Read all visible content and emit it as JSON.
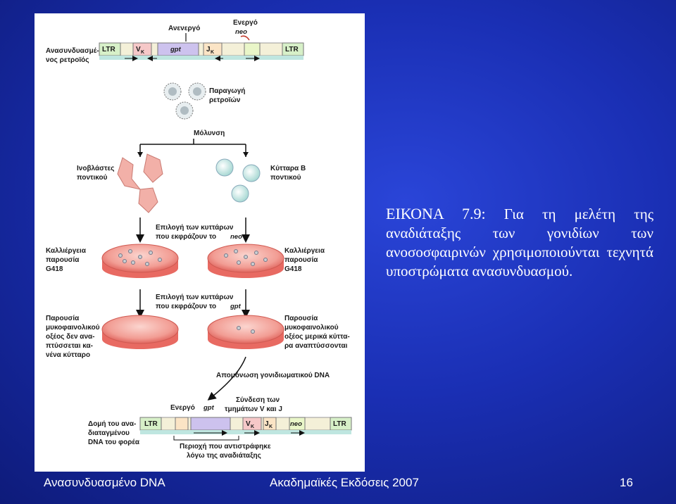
{
  "caption": {
    "lead": "ΕΙΚΟΝΑ 7.9:",
    "text": "Για τη μελέτη της αναδιάταξης των γονιδίων των ανοσοσφαιρινών χρησιμοποιούνται τεχνητά υποστρώματα ανασυνδυασμού."
  },
  "footer": {
    "left": "Ανασυνδυασμένο DNA",
    "center": "Ακαδημαϊκές Εκδόσεις 2007",
    "page": "16"
  },
  "diagram": {
    "top_inactive": "Ανενεργό",
    "top_active": "Ενεργό",
    "top_neo": "neo",
    "retro_label": [
      "Ανασυνδυασμέ-",
      "νος ρετροϊός"
    ],
    "ltr": "LTR",
    "vk": "V",
    "k": "K",
    "gpt": "gpt",
    "jk": "J",
    "production": [
      "Παραγωγή",
      "ρετροϊών"
    ],
    "infection": "Μόλυνση",
    "fibroblasts": [
      "Ινοβλάστες",
      "ποντικού"
    ],
    "bcells": [
      "Κύτταρα Β",
      "ποντικού"
    ],
    "select_neo": [
      "Επιλογή των κυττάρων",
      "που εκφράζουν το"
    ],
    "select_gpt": [
      "Επιλογή των κυττάρων",
      "που εκφράζουν το"
    ],
    "culture": [
      "Καλλιέργεια",
      "παρουσία",
      "G418"
    ],
    "mpa_none": [
      "Παρουσία",
      "μυκοφαινολικού",
      "οξέος δεν ανα-",
      "πτύσσεται κα-",
      "νένα κύτταρο"
    ],
    "mpa_some": [
      "Παρουσία",
      "μυκοφαινολικού",
      "οξέος μερικά κύττα-",
      "ρα αναπτύσσονται"
    ],
    "isolation": "Απομόνωση γονιδιωματικού DNA",
    "active_gpt": "Ενεργό",
    "joining": [
      "Σύνδεση των",
      "τμημάτων V και J"
    ],
    "rearranged": [
      "Δομή του ανα-",
      "διαταγμένου",
      "DNA του φορέα"
    ],
    "inverted": [
      "Περιοχή που αντιστράφηκε",
      "λόγω της αναδιάταξης"
    ]
  }
}
